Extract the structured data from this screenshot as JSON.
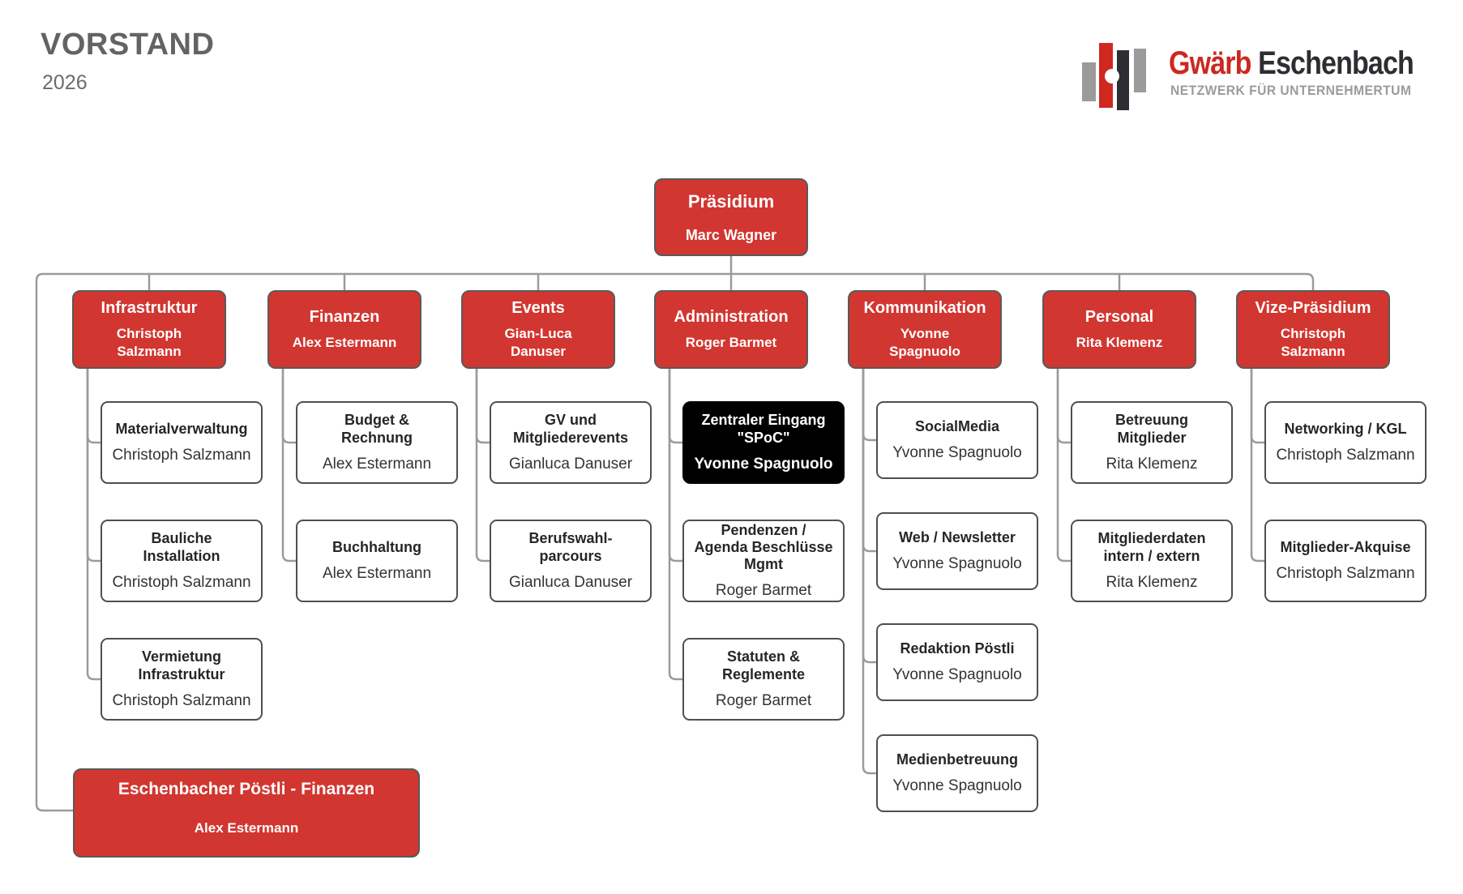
{
  "header": {
    "title": "VORSTAND",
    "year": "2026"
  },
  "logo": {
    "brand_red": "Gwärb",
    "brand_dark": "Eschenbach",
    "tagline": "NETZWERK FÜR UNTERNEHMERTUM"
  },
  "colors": {
    "node_red": "#d23630",
    "node_black": "#000000",
    "connector_gray": "#9b9b9b",
    "box_border": "#4f4f4f",
    "logo_red": "#cc2821",
    "logo_dark": "#2d2d32",
    "logo_gray": "#9c9b9b",
    "heading_gray": "#636363"
  },
  "root": {
    "title": "Präsidium",
    "name": "Marc Wagner"
  },
  "departments": [
    {
      "title": "Infrastruktur",
      "name": "Christoph\nSalzmann",
      "children": [
        {
          "title": "Materialverwaltung",
          "name": "Christoph Salzmann"
        },
        {
          "title": "Bauliche\nInstallation",
          "name": "Christoph Salzmann"
        },
        {
          "title": "Vermietung\nInfrastruktur",
          "name": "Christoph Salzmann"
        }
      ]
    },
    {
      "title": "Finanzen",
      "name": "Alex Estermann",
      "children": [
        {
          "title": "Budget &\nRechnung",
          "name": "Alex Estermann"
        },
        {
          "title": "Buchhaltung",
          "name": "Alex Estermann"
        }
      ]
    },
    {
      "title": "Events",
      "name": "Gian-Luca\nDanuser",
      "children": [
        {
          "title": "GV und\nMitgliederevents",
          "name": "Gianluca Danuser"
        },
        {
          "title": "Berufswahl-\nparcours",
          "name": "Gianluca Danuser"
        }
      ]
    },
    {
      "title": "Administration",
      "name": "Roger Barmet",
      "children": [
        {
          "title": "Zentraler Eingang\n\"SPoC\"",
          "name": "Yvonne Spagnuolo",
          "style": "black"
        },
        {
          "title": "Pendenzen /\nAgenda Beschlüsse\nMgmt",
          "name": "Roger Barmet"
        },
        {
          "title": "Statuten &\nReglemente",
          "name": "Roger Barmet"
        }
      ]
    },
    {
      "title": "Kommunikation",
      "name": "Yvonne\nSpagnuolo",
      "children": [
        {
          "title": "SocialMedia",
          "name": "Yvonne Spagnuolo"
        },
        {
          "title": "Web / Newsletter",
          "name": "Yvonne Spagnuolo"
        },
        {
          "title": "Redaktion Pöstli",
          "name": "Yvonne Spagnuolo"
        },
        {
          "title": "Medienbetreuung",
          "name": "Yvonne Spagnuolo"
        }
      ]
    },
    {
      "title": "Personal",
      "name": "Rita Klemenz",
      "children": [
        {
          "title": "Betreuung\nMitglieder",
          "name": "Rita Klemenz"
        },
        {
          "title": "Mitgliederdaten\nintern / extern",
          "name": "Rita Klemenz"
        }
      ]
    },
    {
      "title": "Vize-Präsidium",
      "name": "Christoph\nSalzmann",
      "children": [
        {
          "title": "Networking / KGL",
          "name": "Christoph Salzmann"
        },
        {
          "title": "Mitglieder-Akquise",
          "name": "Christoph Salzmann"
        }
      ]
    }
  ],
  "special": {
    "title": "Eschenbacher Pöstli - Finanzen",
    "name": "Alex Estermann"
  }
}
